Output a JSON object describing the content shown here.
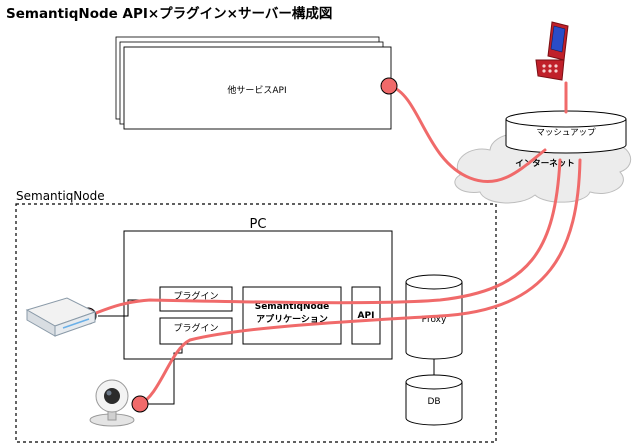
{
  "title": "SemantiqNode API×プラグイン×サーバー構成図",
  "labels": {
    "other_service_api": "他サービスAPI",
    "mashup": "マッシュアップ",
    "internet": "インターネット",
    "semantiqnode_group": "SemantiqNode",
    "pc": "PC",
    "plugin_1": "プラグイン",
    "plugin_2": "プラグイン",
    "app_line_1": "SemantiqNode",
    "app_line_2": "アプリケーション",
    "api": "API",
    "proxy": "Proxy",
    "db": "DB"
  },
  "colors": {
    "connection": "#f06a6a",
    "connection_dark": "#e05555",
    "phone_body": "#c0202a",
    "phone_screen": "#2a4cc8",
    "outline": "#000000",
    "cloud": "#cfcfcf"
  },
  "icons": {
    "phone": "mobile-phone-icon",
    "router": "router-device-icon",
    "camera": "webcam-icon"
  }
}
